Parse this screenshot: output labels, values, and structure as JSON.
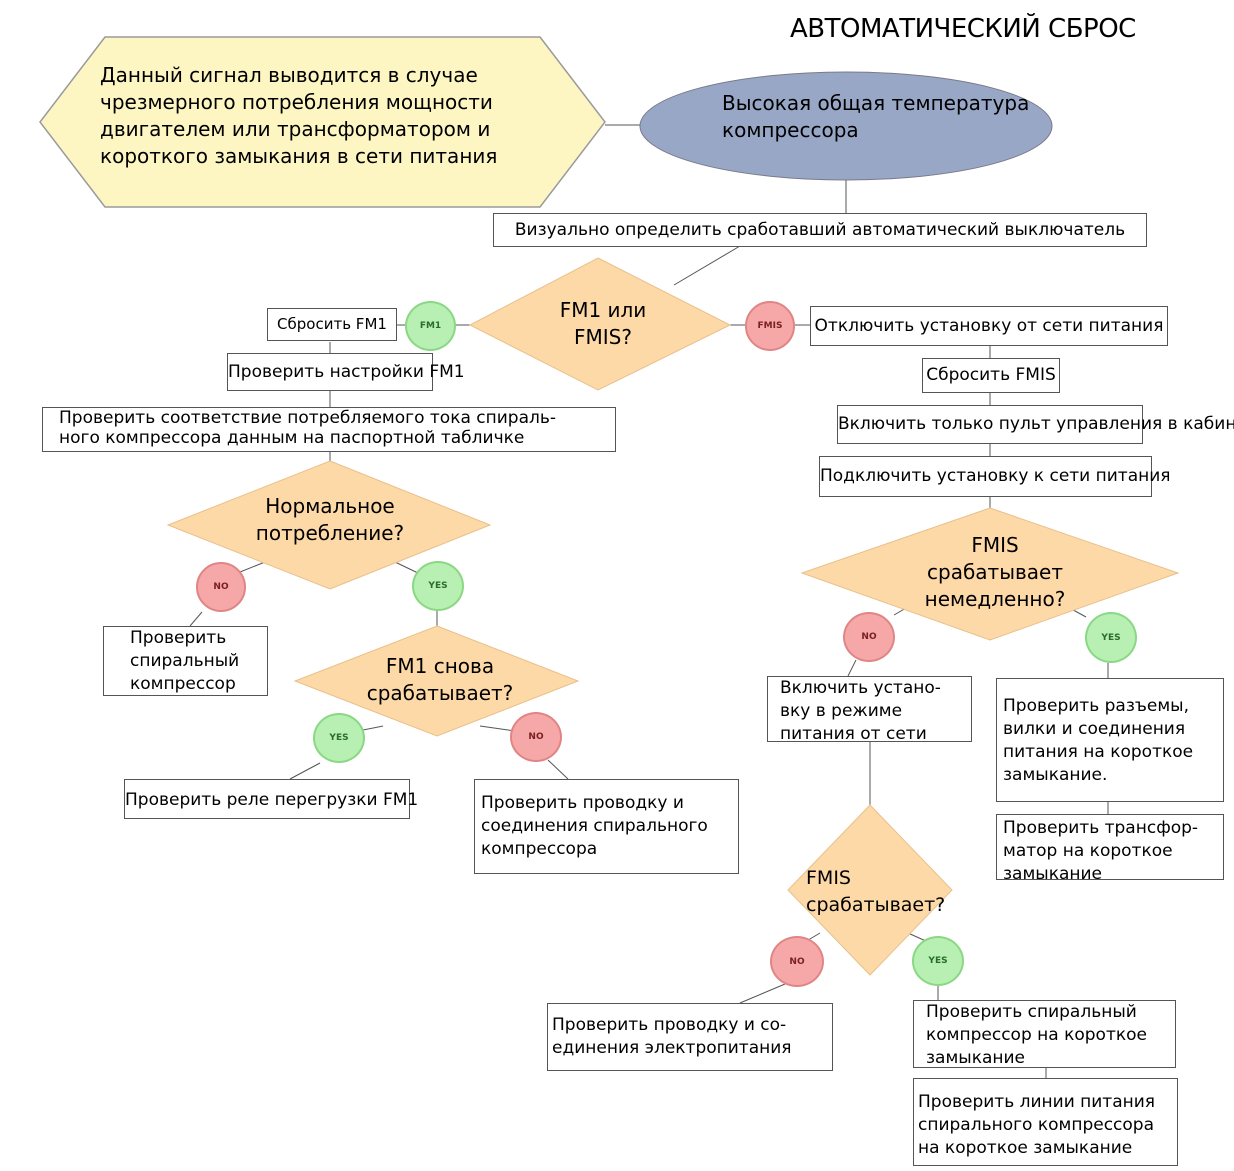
{
  "title": "АВТОМАТИЧЕСКИЙ СБРОС",
  "note": "Данный сигнал выводится в случае\nчрезмерного потребления мощности\nдвигателем или трансформатором и\nкороткого замыкания в сети питания",
  "start": "Высокая общая температура\nкомпрессора",
  "steps": {
    "visual_check": "Визуально определить сработавший автоматический выключатель",
    "reset_fm1": "Сбросить FM1",
    "check_fm1_settings": "Проверить настройки FM1",
    "check_current": "Проверить соответствие потребляемого тока спираль-\nного компрессора данным на паспортной табличке",
    "check_scroll": "Проверить\nспиральный\nкомпрессор",
    "check_relay": "Проверить реле перегрузки FM1",
    "check_wiring_scroll": "Проверить проводку и\nсоединения спирального\nкомпрессора",
    "disconnect": "Отключить установку от сети питания",
    "reset_fmis": "Сбросить FMIS",
    "cab_panel": "Включить только пульт управления в кабине",
    "connect": "Подключить установку к сети питания",
    "network_mode": "Включить устано-\nвку в режиме\nпитания от сети",
    "check_connectors": "Проверить разъемы,\nвилки и соединения\nпитания на короткое\nзамыкание.",
    "check_transformer": "Проверить трансфор-\nматор на короткое\nзамыкание",
    "check_power_wiring": "Проверить проводку и со-\nединения электропитания",
    "check_scroll_short": "Проверить спиральный\nкомпрессор на короткое\nзамыкание",
    "check_supply_lines": "Проверить линии питания\nспирального компрессора\nна короткое замыкание"
  },
  "decisions": {
    "fm1_or_fmis": "FM1 или\nFMIS?",
    "normal_consumption": "Нормальное\nпотребление?",
    "fm1_again": "FM1 снова\nсрабатывает?",
    "fmis_immediate": "FMIS\nсрабатывает\nнемедленно?",
    "fmis_trips": "FMIS\nсрабатывает?"
  },
  "badges": {
    "fm1": "FM1",
    "fmis": "FMIS",
    "yes": "YES",
    "no": "NO"
  },
  "colors": {
    "note_fill": "#fdf6c3",
    "start_fill": "#98a7c6",
    "decision_fill": "#fdd9a8",
    "yes_fill": "#b7f0b2",
    "no_fill": "#f6a8a8"
  }
}
